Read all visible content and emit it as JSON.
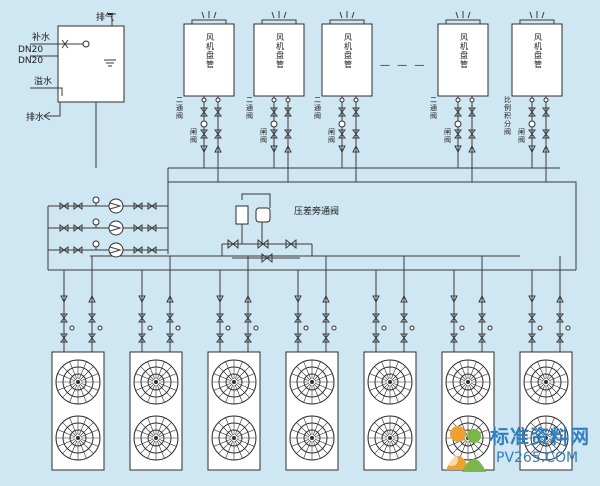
{
  "tank": {
    "exhaust_label": "排气",
    "makeup_label": "补水",
    "dn20_top_label": "DN20",
    "dn20_bottom_label": "DN20",
    "overflow_label": "溢水",
    "drain_label": "排水"
  },
  "ahu_units": [
    {
      "name": "风机盘管",
      "valve_label": "二通阀",
      "gate_label": "闸阀"
    },
    {
      "name": "风机盘管",
      "valve_label": "二通阀",
      "gate_label": "闸阀"
    },
    {
      "name": "风机盘管",
      "valve_label": "二通阀",
      "gate_label": "闸阀"
    },
    {
      "name": "风机盘管",
      "valve_label": "二通阀",
      "gate_label": "闸阀"
    },
    {
      "name": "风机盘管",
      "valve_label": "比例积分阀",
      "gate_label": "闸阀"
    }
  ],
  "ellipsis_label": "— — —",
  "bypass_label": "压差旁通阀",
  "outdoor_unit_count": 7,
  "watermark": {
    "title": "标准资料网",
    "url": "PV265.COM"
  },
  "colors": {
    "background": "#cfe6f3",
    "pipe": "#3a3a3a",
    "watermark": "#2f7fc0"
  }
}
